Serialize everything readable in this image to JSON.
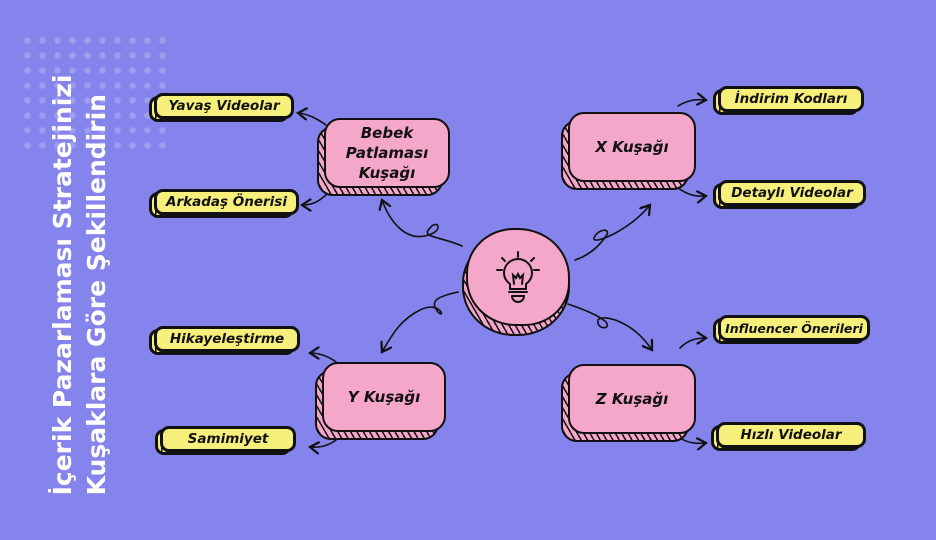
{
  "title": {
    "line1": "İçerik Pazarlaması Stratejinizi",
    "line2": "Kuşaklara Göre Şekillendirin"
  },
  "center": {
    "icon": "lightbulb-icon"
  },
  "generations": [
    {
      "name": "Bebek Patlaması Kuşağı",
      "items": [
        "Yavaş Videolar",
        "Arkadaş Önerisi"
      ]
    },
    {
      "name": "X Kuşağı",
      "items": [
        "İndirim Kodları",
        "Detaylı Videolar"
      ]
    },
    {
      "name": "Y Kuşağı",
      "items": [
        "Hikayeleştirme",
        "Samimiyet"
      ]
    },
    {
      "name": "Z Kuşağı",
      "items": [
        "Influencer Önerileri",
        "Hızlı Videolar"
      ]
    }
  ],
  "colors": {
    "background": "#8584EC",
    "node": "#F4A7C8",
    "label": "#F7EF7C"
  }
}
